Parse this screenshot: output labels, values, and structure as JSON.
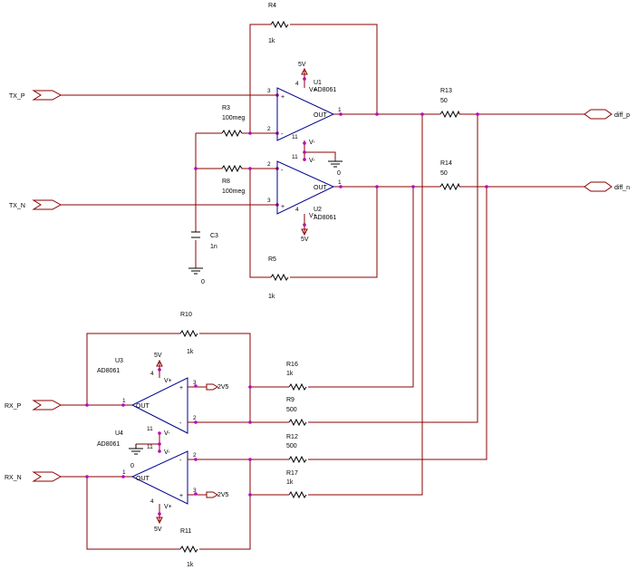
{
  "schematic": {
    "ports": {
      "tx_p": "TX_P",
      "tx_n": "TX_N",
      "rx_p": "RX_P",
      "rx_n": "RX_N",
      "diff_p": "diff_p",
      "diff_n": "diff_n",
      "vref_top": "2V5",
      "vref_bottom": "2V5"
    },
    "power": {
      "u1_supply": "5V",
      "u2_supply": "5V",
      "u3_supply": "5V",
      "u4_supply": "5V",
      "gnd_u1": "0",
      "gnd_c3": "0",
      "gnd_u4": "0"
    },
    "amplifiers": {
      "u1": {
        "ref": "U1",
        "part": "AD8061",
        "out": "OUT",
        "vplus": "V+",
        "vminus": "V-",
        "plus": "+",
        "minus": "-",
        "pin_plus": "3",
        "pin_minus": "2",
        "pin_out": "1",
        "pin_vplus": "4",
        "pin_vminus": "11"
      },
      "u2": {
        "ref": "U2",
        "part": "AD8061",
        "out": "OUT",
        "vplus": "V+",
        "vminus": "V-",
        "plus": "+",
        "minus": "-",
        "pin_plus": "3",
        "pin_minus": "2",
        "pin_out": "1",
        "pin_vplus": "4",
        "pin_vminus": "11"
      },
      "u3": {
        "ref": "U3",
        "part": "AD8061",
        "out": "OUT",
        "vplus": "V+",
        "vminus": "V-",
        "plus": "+",
        "minus": "-",
        "pin_plus": "3",
        "pin_minus": "2",
        "pin_out": "1",
        "pin_vplus": "4",
        "pin_vminus": "11"
      },
      "u4": {
        "ref": "U4",
        "part": "AD8061",
        "out": "OUT",
        "vplus": "V+",
        "vminus": "V-",
        "plus": "+",
        "minus": "-",
        "pin_plus": "3",
        "pin_minus": "2",
        "pin_out": "1",
        "pin_vplus": "4",
        "pin_vminus": "11"
      }
    },
    "resistors": {
      "r3": {
        "ref": "R3",
        "value": "100meg"
      },
      "r4": {
        "ref": "R4",
        "value": "1k"
      },
      "r5": {
        "ref": "R5",
        "value": "1k"
      },
      "r8": {
        "ref": "R8",
        "value": "100meg"
      },
      "r9": {
        "ref": "R9",
        "value": "500"
      },
      "r10": {
        "ref": "R10",
        "value": "1k"
      },
      "r11": {
        "ref": "R11",
        "value": "1k"
      },
      "r12": {
        "ref": "R12",
        "value": "500"
      },
      "r13": {
        "ref": "R13",
        "value": "50"
      },
      "r14": {
        "ref": "R14",
        "value": "50"
      },
      "r16": {
        "ref": "R16",
        "value": "1k"
      },
      "r17": {
        "ref": "R17",
        "value": "1k"
      }
    },
    "capacitors": {
      "c3": {
        "ref": "C3",
        "value": "1n"
      }
    }
  }
}
